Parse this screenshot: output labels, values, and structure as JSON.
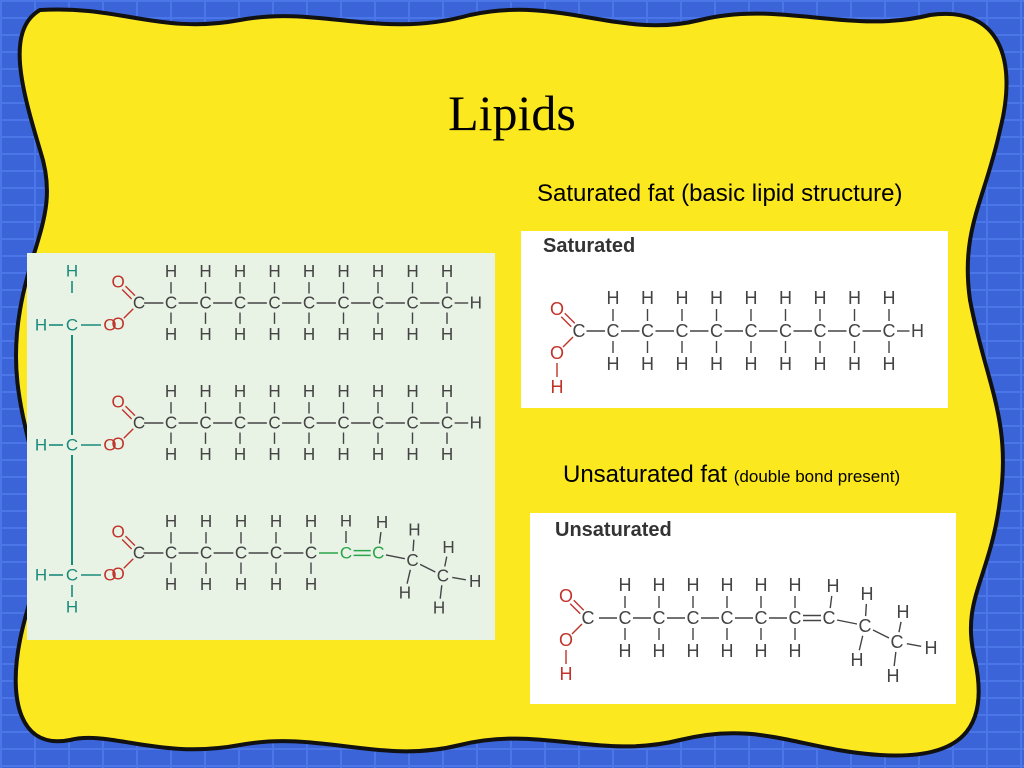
{
  "slide": {
    "title": "Lipids",
    "saturated_caption": "Saturated fat  (basic lipid structure)",
    "unsaturated_caption_main": "Unsaturated fat ",
    "unsaturated_caption_note": "(double bond present)"
  },
  "panels": {
    "saturated_label": "Saturated",
    "unsaturated_label": "Unsaturated"
  },
  "atoms": {
    "carbon": "C",
    "hydrogen": "H",
    "oxygen": "O"
  },
  "colors": {
    "background": "#3a64d8",
    "blob": "#fce81f",
    "carbon": "#444444",
    "oxygen": "#c0332b",
    "glycerol": "#1a8a7a",
    "double_bond": "#2aa54a",
    "triglyceride_bg": "#e8f3e6"
  },
  "icons": {
    "blob": "yellow-cloud-shape"
  }
}
